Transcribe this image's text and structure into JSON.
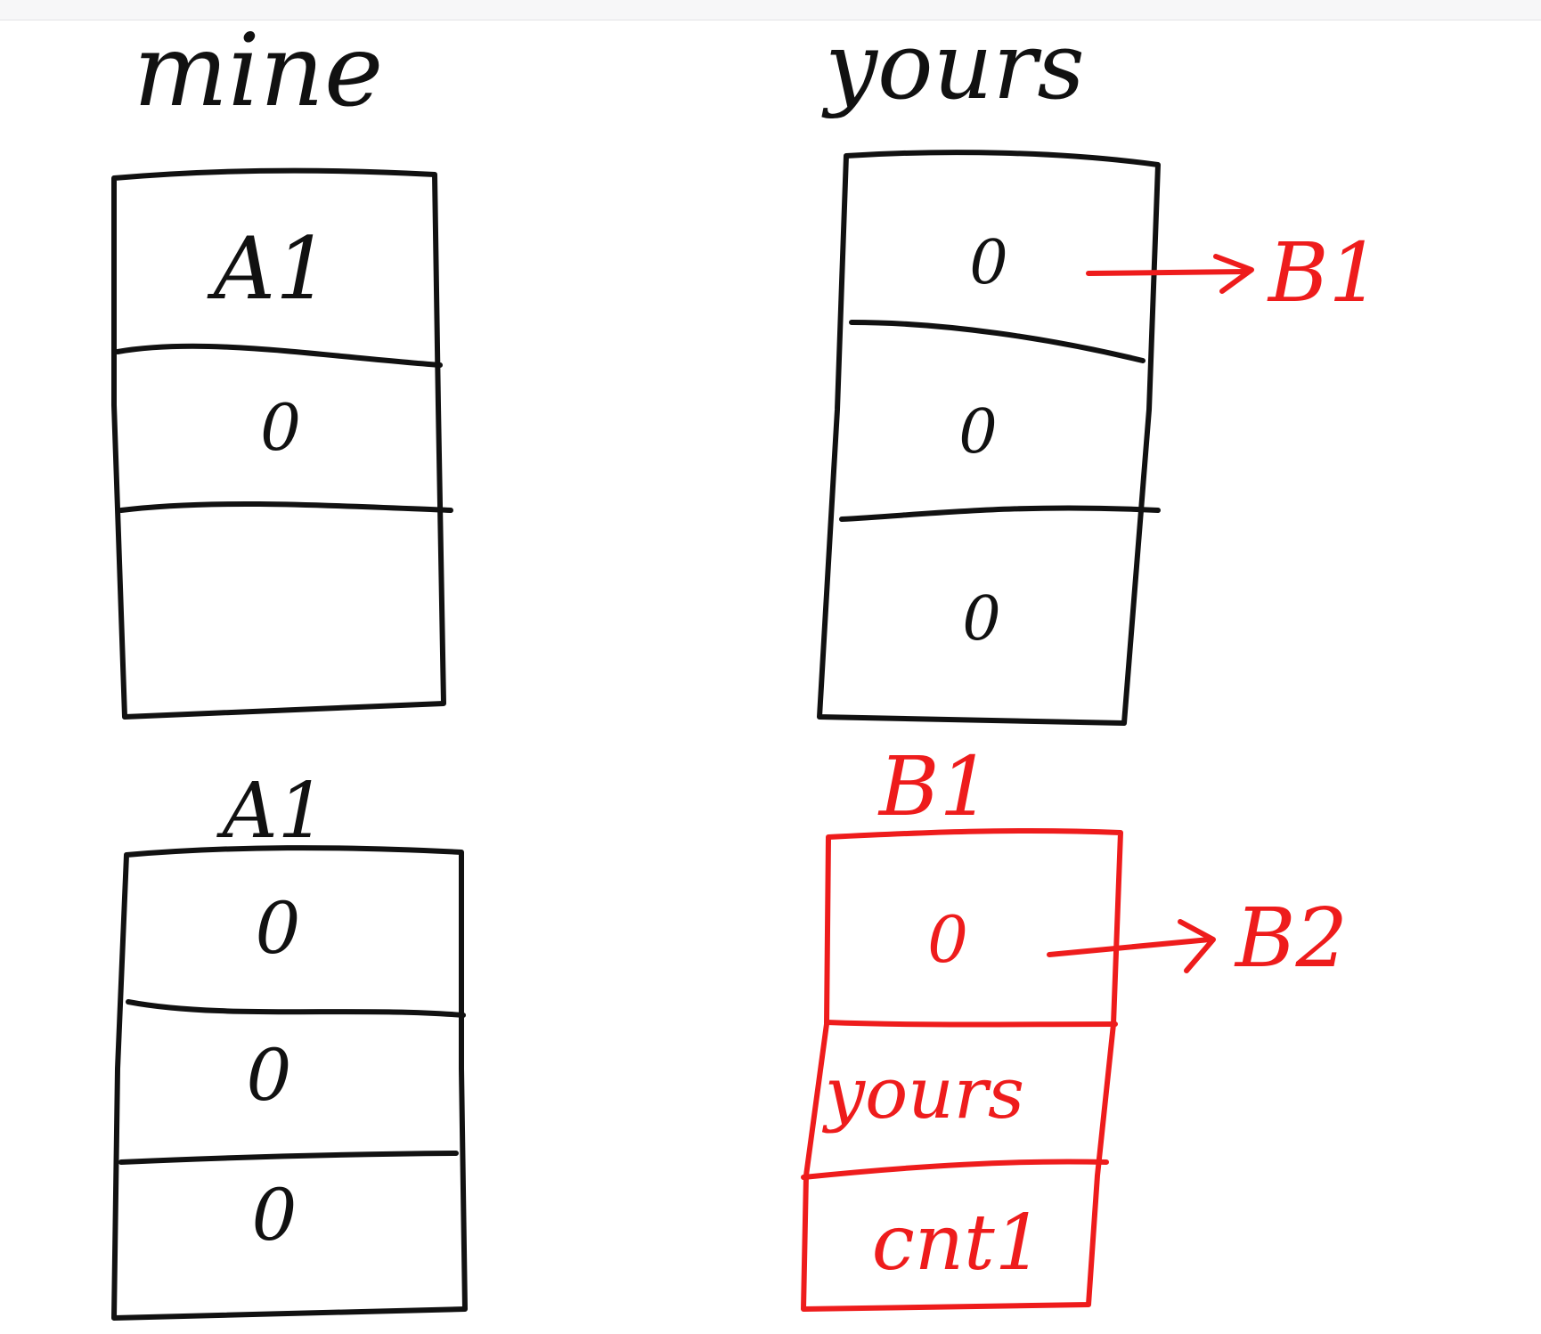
{
  "colors": {
    "ink_black": "#111111",
    "ink_red": "#ee1c1c",
    "background": "#ffffff"
  },
  "mine": {
    "title": "mine",
    "cells": [
      "A1",
      "0",
      ""
    ]
  },
  "yours": {
    "title": "yours",
    "cells": [
      "0",
      "0",
      "0"
    ],
    "pointer_label": "B1"
  },
  "a1": {
    "title": "A1",
    "cells": [
      "0",
      "0",
      "0"
    ]
  },
  "b1": {
    "title": "B1",
    "cells": [
      "0",
      "yours",
      "cnt1"
    ],
    "pointer_label": "B2"
  }
}
